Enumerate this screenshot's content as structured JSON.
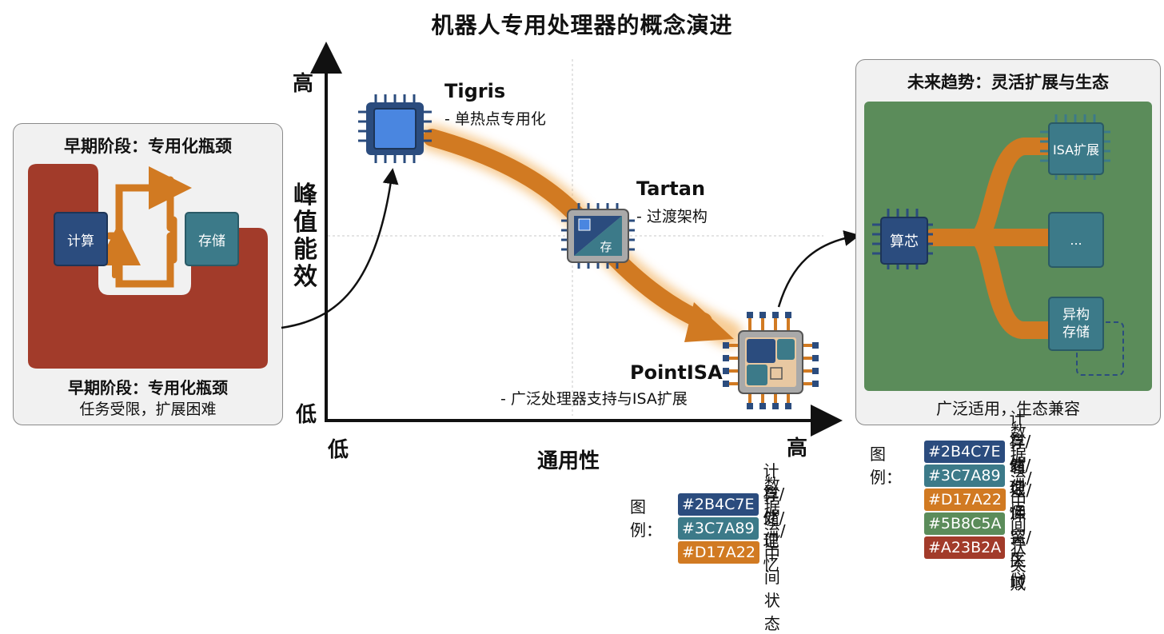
{
  "title": "机器人专用处理器的概念演进",
  "left_panel": {
    "title": "早期阶段：专用化瓶颈",
    "compute_label": "计算",
    "storage_label": "存储",
    "caption_bold": "早期阶段：专用化瓶颈",
    "caption": "任务受限，扩展困难"
  },
  "axes": {
    "y_title": "峰值能效",
    "y_high": "高",
    "y_low": "低",
    "x_title": "通用性",
    "x_low": "低",
    "x_high": "高"
  },
  "chips": {
    "tigris": {
      "name": "Tigris",
      "desc": "- 单热点专用化"
    },
    "tartan": {
      "name": "Tartan",
      "desc": "- 过渡架构",
      "inner": "存"
    },
    "pointisa": {
      "name": "PointISA",
      "desc": "- 广泛处理器支持与ISA扩展"
    }
  },
  "right_panel": {
    "title": "未来趋势：灵活扩展与生态",
    "core_label": "算芯",
    "isa_label": "ISA扩展",
    "more_label": "...",
    "hetero_label_1": "异构",
    "hetero_label_2": "存储",
    "caption": "广泛适用，生态兼容"
  },
  "legend_bottom": {
    "heading": "图例：",
    "items": [
      {
        "code": "#2B4C7E",
        "text": "计算/处理",
        "color": "#2B4C7E"
      },
      {
        "code": "#3C7A89",
        "text": "存储/记忆",
        "color": "#3C7A89"
      },
      {
        "code": "#D17A22",
        "text": "数据流/中间状态",
        "color": "#D17A22"
      }
    ]
  },
  "legend_right": {
    "heading": "图例：",
    "items": [
      {
        "code": "#2B4C7E",
        "text": "计算/处理",
        "color": "#2B4C7E"
      },
      {
        "code": "#3C7A89",
        "text": "存储/记忆",
        "color": "#3C7A89"
      },
      {
        "code": "#D17A22",
        "text": "数据流/中间状态",
        "color": "#D17A22"
      },
      {
        "code": "#5B8C5A",
        "text": "有效/保留区域",
        "color": "#5B8C5A"
      },
      {
        "code": "#A23B2A",
        "text": "冲突/失败",
        "color": "#A23B2A"
      }
    ]
  },
  "colors": {
    "compute": "#2B4C7E",
    "storage": "#3C7A89",
    "dataflow": "#D17A22",
    "valid": "#5B8C5A",
    "conflict": "#A23B2A"
  }
}
